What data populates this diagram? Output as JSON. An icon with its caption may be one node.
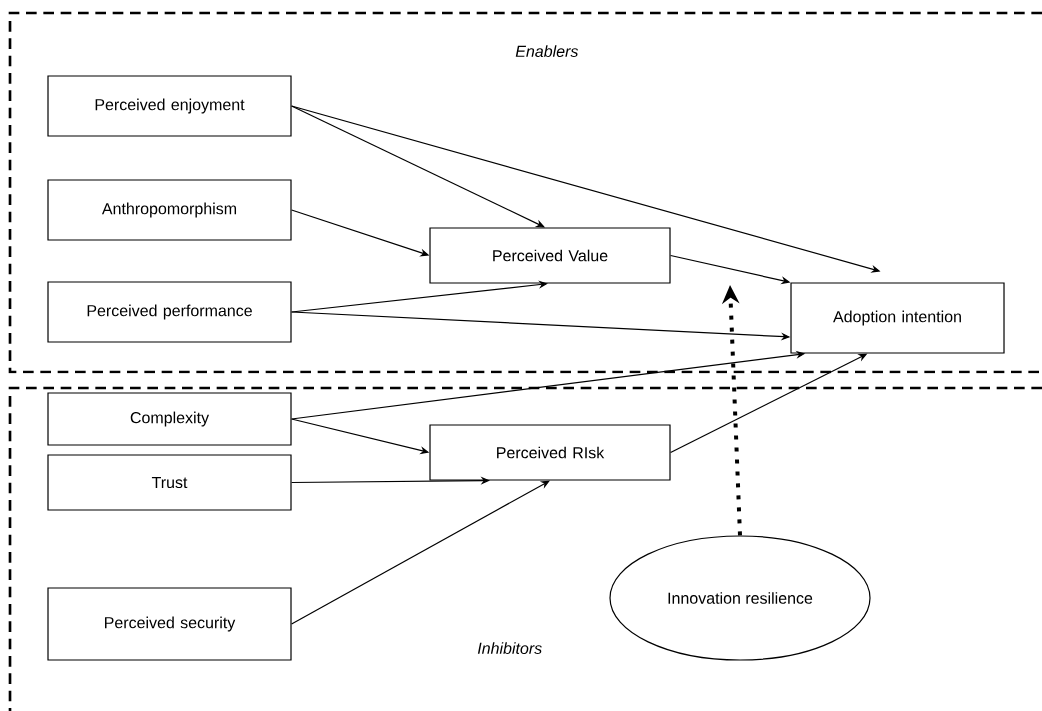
{
  "diagram": {
    "nodes": [
      {
        "text": [
          "Enablers"
        ]
      },
      {
        "text": [
          "Perceived enjoyment"
        ],
        "in": 0
      },
      {
        "text": [
          "Anthropomorphism"
        ],
        "in": 0
      },
      {
        "text": [
          "Perceived performance"
        ],
        "in": 0
      },
      {
        "text": [
          "Perceived Value"
        ],
        "in": 0
      },
      {
        "text": [
          "Adoption intention"
        ],
        "in": 0
      },
      {
        "text": [
          "Inhibitors"
        ]
      },
      {
        "text": [
          "Complexity"
        ],
        "in": 6
      },
      {
        "text": [
          "Trust"
        ],
        "in": 6
      },
      {
        "text": [
          "Perceived security"
        ],
        "in": 6
      },
      {
        "text": [
          "Perceived RIsk"
        ],
        "in": 6
      },
      {
        "text": [
          "Innovation resilience"
        ],
        "in": 6
      }
    ],
    "edges": [
      {
        "from": 1,
        "to": 4,
        "arrow": "to"
      },
      {
        "from": 1,
        "to": 5,
        "arrow": "to"
      },
      {
        "from": 2,
        "to": 4,
        "arrow": "to"
      },
      {
        "from": 3,
        "to": 4,
        "arrow": "to"
      },
      {
        "from": 3,
        "to": 5,
        "arrow": "to"
      },
      {
        "from": 4,
        "to": 5,
        "arrow": "to"
      },
      {
        "from": 7,
        "to": 5,
        "arrow": "to"
      },
      {
        "from": 7,
        "to": 10,
        "arrow": "to"
      },
      {
        "from": 8,
        "to": 10,
        "arrow": "to"
      },
      {
        "from": 9,
        "to": 10,
        "arrow": "to"
      },
      {
        "from": 10,
        "to": 5,
        "arrow": "to"
      },
      {
        "from": 11,
        "to": null,
        "arrow": "to",
        "style": "dashed"
      }
    ]
  }
}
